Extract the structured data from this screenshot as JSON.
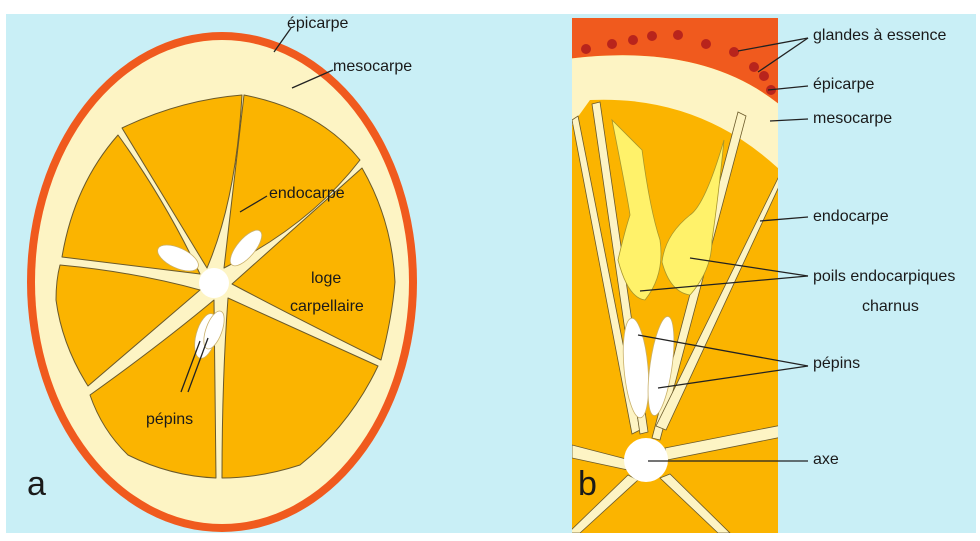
{
  "panel_a": {
    "letter": "a",
    "labels": {
      "epicarpe": "épicarpe",
      "mesocarpe": "mesocarpe",
      "endocarpe": "endocarpe",
      "loge_line1": "loge",
      "loge_line2": "carpellaire",
      "pepins": "pépins"
    }
  },
  "panel_b": {
    "letter": "b",
    "labels": {
      "glandes": "glandes à essence",
      "epicarpe": "épicarpe",
      "mesocarpe": "mesocarpe",
      "endocarpe": "endocarpe",
      "poils_line1": "poils endocarpiques",
      "poils_line2": "charnus",
      "pepins": "pépins",
      "axe": "axe"
    }
  },
  "colors": {
    "background": "#c9eff6",
    "epicarp": "#f05a1e",
    "mesocarp": "#fdf4c4",
    "pulp": "#fbb400",
    "hairs": "#fff26a",
    "glands": "#b8241c",
    "seeds": "#ffffff"
  }
}
